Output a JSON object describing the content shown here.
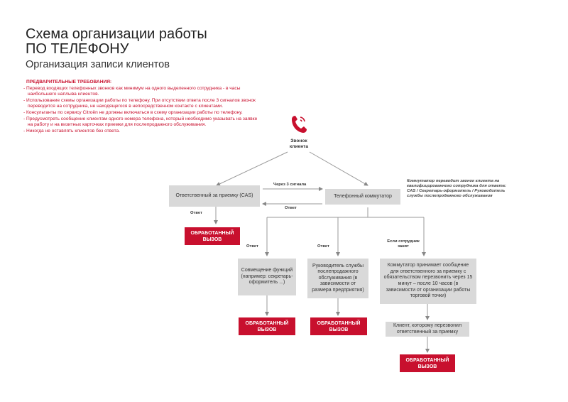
{
  "title_line1": "Схема организации работы",
  "title_line2": "ПО ТЕЛЕФОНУ",
  "subtitle": "Организация записи клиентов",
  "requirements": {
    "heading": "ПРЕДВАРИТЕЛЬНЫЕ ТРЕБОВАНИЯ:",
    "items": [
      "- Перевод входящих телефонных звонков как минимум на одного выделенного сотрудника - в часы наибольшего наплыва клиентов.",
      "- Использование схемы организации работы по телефону. При отсутствии ответа после 3 сигналов звонок переводится на сотрудника, не находящегося в непосредственном контакте с клиентами.",
      "- Консультанты по сервису Citroën не должны включаться в схему организации работы по телефону.",
      "- Предусмотреть сообщение клиентам одного номера телефона, который необходимо указывать на заявке на работу и на визитных карточках приемки для послепродажного обслуживания.",
      "- Никогда не оставлять клиентов без ответа."
    ]
  },
  "phone_icon": "phone-icon",
  "accent_color": "#c8102e",
  "box_color": "#d9d9d9",
  "call_label": "Звонок клиента",
  "cas_box": "Ответственный за приемку (CAS)",
  "switchboard_box": "Телефонный коммутатор",
  "label_three_rings": "Через 3 сигнала",
  "label_answer_back": "Ответ",
  "label_answer_cas": "Ответ",
  "switch_note": "Коммутатор переводит звонок клиента на квалифицированного сотрудника для ответа: CAS / Секретарь-оформитель / Руководитель службы послепродажного обслуживания",
  "processed_label": "ОБРАБОТАННЫЙ ВЫЗОВ",
  "label_answer_left": "Ответ",
  "label_answer_mid": "Ответ",
  "label_busy": "Если сотрудник занят",
  "combo_box": "Совмещение функций (например: секретарь-оформитель ...)",
  "manager_box": "Руководитель службы послепродажного обслуживания (в зависимости от размера предприятия)",
  "switch_message_box": "Коммутатор принимает сообщение для ответственного за приемку с обязательством перезвонить через 15 минут – после 10 часов (в зависимости от организации работы торговой точки)",
  "callback_box": "Клиент, которому перезвонил ответственный за приемку"
}
